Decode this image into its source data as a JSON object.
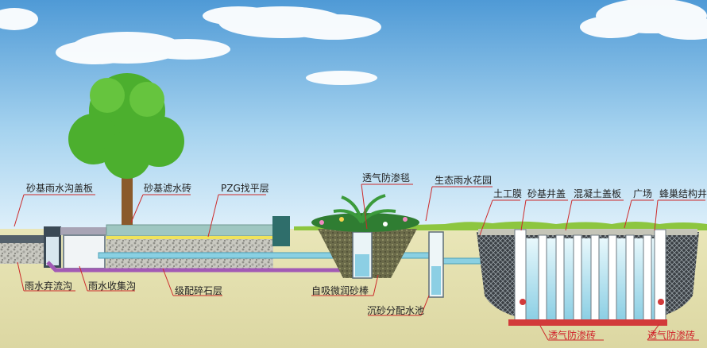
{
  "labels": {
    "gutter_cover": "砂基雨水沟盖板",
    "filter_brick": "砂基滤水砖",
    "pzg_layer": "PZG找平层",
    "permeable_blanket": "透气防渗毯",
    "rain_garden": "生态雨水花园",
    "geomembrane": "土工膜",
    "manhole_cover": "砂基井盖",
    "concrete_slab": "混凝土盖板",
    "plaza": "广场",
    "honeycomb_well": "蜂巢结构井",
    "discard_ditch": "雨水弃流沟",
    "collection_ditch": "雨水收集沟",
    "gravel_layer": "级配碎石层",
    "wick_rod": "自吸微润砂棒",
    "sedimentation_pool": "沉砂分配水池",
    "permeable_brick_1": "透气防渗砖",
    "permeable_brick_2": "透气防渗砖"
  },
  "colors": {
    "sky_top": "#4f9ad6",
    "sky_bottom": "#dff0fa",
    "ground": "#e6e3b4",
    "grass": "#8dc63f",
    "water": "#bfe6f3",
    "pipe": "#8ad0e2",
    "purple_pipe": "#a25ab5",
    "label_line": "#cc2a2a",
    "tree_green": "#4caf2e"
  }
}
